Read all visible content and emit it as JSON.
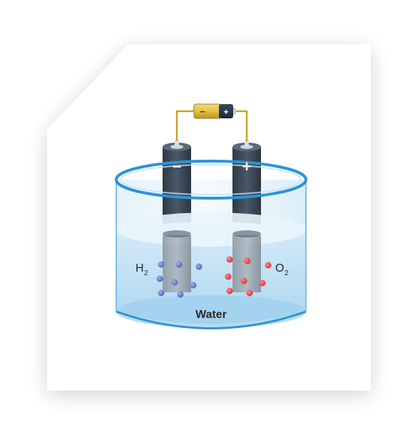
{
  "diagram": {
    "electrode_negative_sign": "−",
    "electrode_positive_sign": "+",
    "battery_negative_sign": "−",
    "battery_positive_sign": "+",
    "hydrogen_label": {
      "main": "H",
      "sub": "2"
    },
    "oxygen_label": {
      "main": "O",
      "sub": "2"
    },
    "water_label": "Water"
  },
  "colors": {
    "hydrogen_bubble": "#6f79c9",
    "oxygen_bubble": "#f0474f",
    "electrode": "#3b4756",
    "water": "#bfe0f4",
    "container_rim": "#2f93d6",
    "wire": "#c9a227",
    "battery_body": "#e8c84a"
  },
  "icons": [
    "battery-icon",
    "electrode-negative",
    "electrode-positive",
    "gas-bubble"
  ]
}
